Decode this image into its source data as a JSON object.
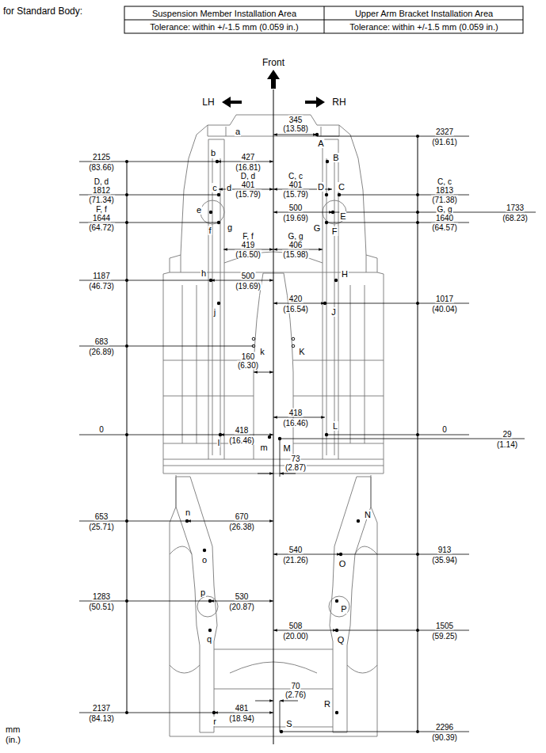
{
  "diagram": {
    "labels": [
      "for Standard Body:",
      "Suspension Member Installation Area",
      "Upper Arm Bracket Installation Area",
      "Tolerance: within +/-1.5 mm (0.059 in.)",
      "Tolerance: within +/-1.5 mm (0.059 in.)",
      "Front",
      "LH",
      "RH",
      "345",
      "(13.58)",
      "a",
      "A",
      "2327",
      "(91.61)",
      "2125",
      "(83.66)",
      "b",
      "B",
      "427",
      "(16.81)",
      "C, c",
      "401",
      "(15.79)",
      "D, d",
      "1812",
      "(71.34)",
      "c",
      "d",
      "D",
      "C",
      "D, d",
      "401",
      "(15.79)",
      "C, c",
      "1813",
      "(71.38)",
      "e",
      "E",
      "500",
      "(19.69)",
      "1733",
      "(68.23)",
      "F, f",
      "1644",
      "(64.72)",
      "f",
      "g",
      "G",
      "F",
      "G, g",
      "1640",
      "(64.57)",
      "F, f",
      "419",
      "(16.50)",
      "G, g",
      "406",
      "(15.98)",
      "1187",
      "(46.73)",
      "h",
      "H",
      "500",
      "(19.69)",
      "j",
      "420",
      "(16.54)",
      "J",
      "1017",
      "(40.04)",
      "683",
      "(26.89)",
      "k",
      "K",
      "160",
      "(6.30)",
      "418",
      "(16.46)",
      "L",
      "0",
      "l",
      "418",
      "(16.46)",
      "m",
      "M",
      "0",
      "29",
      "(1.14)",
      "73",
      "(2.87)",
      "653",
      "(25.71)",
      "n",
      "670",
      "(26.38)",
      "N",
      "o",
      "540",
      "(21.26)",
      "O",
      "913",
      "(35.94)",
      "1283",
      "(50.51)",
      "p",
      "530",
      "(20.87)",
      "P",
      "508",
      "(20.00)",
      "Q",
      "q",
      "1505",
      "(59.25)",
      "70",
      "(2.76)",
      "2137",
      "(84.13)",
      "r",
      "481",
      "(18.94)",
      "R",
      "S",
      "2296",
      "(90.39)",
      "mm",
      "(in.)"
    ]
  }
}
